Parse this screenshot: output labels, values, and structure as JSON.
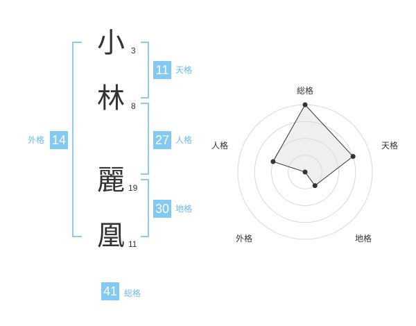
{
  "colors": {
    "accent": "#83c9f5",
    "accent_text": "#6bbbee",
    "bracket": "#8ccbf2",
    "text": "#333333"
  },
  "name": {
    "characters": [
      {
        "char": "小",
        "strokes": "3"
      },
      {
        "char": "林",
        "strokes": "8"
      },
      {
        "char": "麗",
        "strokes": "19"
      },
      {
        "char": "凰",
        "strokes": "11"
      }
    ]
  },
  "fortunes": {
    "tenkaku": {
      "value": "11",
      "label": "天格"
    },
    "jinkaku": {
      "value": "27",
      "label": "人格"
    },
    "chikaku": {
      "value": "30",
      "label": "地格"
    },
    "gaikaku": {
      "value": "14",
      "label": "外格"
    },
    "soukaku": {
      "value": "41",
      "label": "総格"
    }
  },
  "chart_data": {
    "type": "radar",
    "axes": [
      "総格",
      "天格",
      "地格",
      "外格",
      "人格"
    ],
    "values": [
      5,
      4,
      2,
      1,
      3
    ],
    "max": 5,
    "grid_rings": 4
  }
}
